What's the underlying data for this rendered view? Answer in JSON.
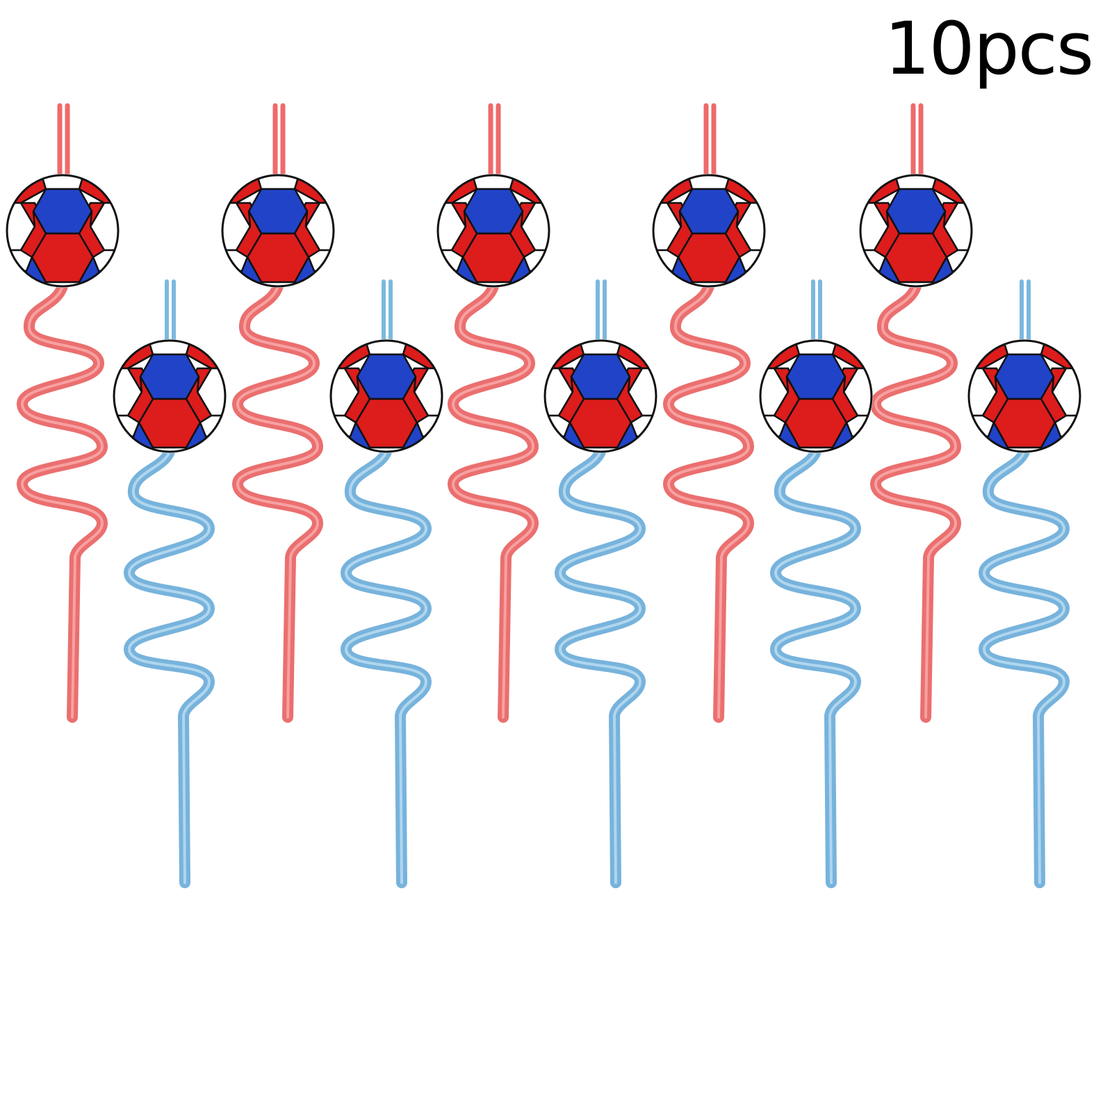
{
  "product": {
    "quantity_label": "10pcs"
  },
  "colors": {
    "background": "#ffffff",
    "text": "#000000",
    "red_straw": "#ee5a5a",
    "blue_straw": "#6aaedb",
    "ball_red": "#dd1c1c",
    "ball_blue": "#2143c8",
    "ball_white": "#ffffff",
    "ball_outline": "#111111"
  },
  "straw_sets": [
    {
      "color": "red"
    },
    {
      "color": "blue"
    },
    {
      "color": "red"
    },
    {
      "color": "blue"
    },
    {
      "color": "red"
    },
    {
      "color": "blue"
    },
    {
      "color": "red"
    },
    {
      "color": "blue"
    },
    {
      "color": "red"
    },
    {
      "color": "blue"
    }
  ]
}
